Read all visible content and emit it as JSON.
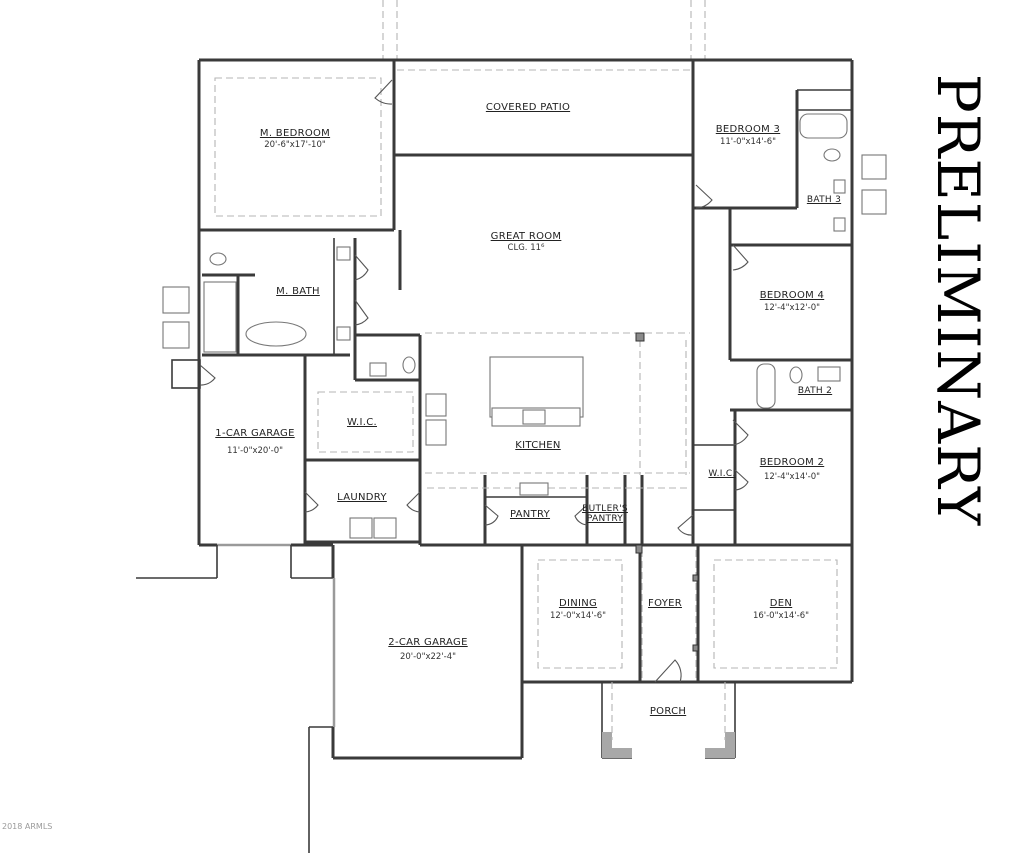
{
  "stamp": {
    "text": "PRELIMINARY"
  },
  "watermark": {
    "text": "2018 ARMLS"
  },
  "rooms": {
    "master_bedroom": {
      "label": "M. BEDROOM",
      "dims": "20'-6\"x17'-10\""
    },
    "covered_patio": {
      "label": "COVERED PATIO"
    },
    "bedroom_3": {
      "label": "BEDROOM 3",
      "dims": "11'-0\"x14'-6\""
    },
    "bath_3": {
      "label": "BATH 3"
    },
    "great_room": {
      "label": "GREAT ROOM",
      "dims": "CLG. 11⁶"
    },
    "master_bath": {
      "label": "M. BATH"
    },
    "bedroom_4": {
      "label": "BEDROOM 4",
      "dims": "12'-4\"x12'-0\""
    },
    "bath_2": {
      "label": "BATH 2"
    },
    "master_wic": {
      "label": "W.I.C."
    },
    "kitchen": {
      "label": "KITCHEN"
    },
    "one_car_garage": {
      "label": "1-CAR GARAGE",
      "dims": "11'-0\"x20'-0\""
    },
    "bedroom_2": {
      "label": "BEDROOM 2",
      "dims": "12'-4\"x14'-0\""
    },
    "bedroom_2_wic": {
      "label": "W.I.C."
    },
    "laundry": {
      "label": "LAUNDRY"
    },
    "pantry": {
      "label": "PANTRY"
    },
    "butlers_pantry": {
      "label": "BUTLER'S PANTRY"
    },
    "dining": {
      "label": "DINING",
      "dims": "12'-0\"x14'-6\""
    },
    "foyer": {
      "label": "FOYER"
    },
    "den": {
      "label": "DEN",
      "dims": "16'-0\"x14'-6\""
    },
    "two_car_garage": {
      "label": "2-CAR GARAGE",
      "dims": "20'-0\"x22'-4\""
    },
    "porch": {
      "label": "PORCH"
    }
  },
  "colors": {
    "wall": "#3a3a3a",
    "dashed": "#b5b5b5",
    "background": "#ffffff",
    "stamp": "#000000"
  }
}
